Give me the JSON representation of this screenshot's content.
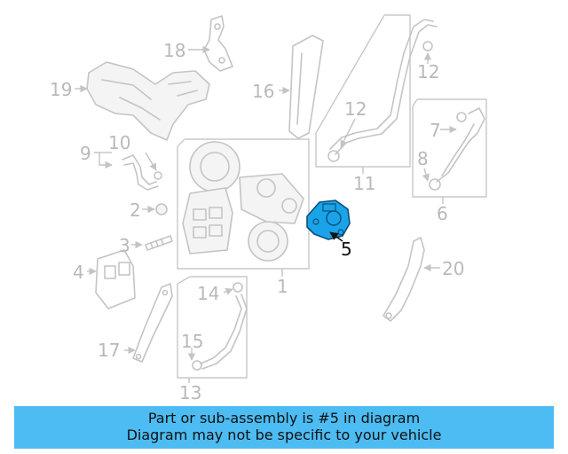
{
  "diagram": {
    "highlighted_part": "5",
    "highlight_color": "#1aa3e8",
    "labels": {
      "l1": "1",
      "l2": "2",
      "l3": "3",
      "l4": "4",
      "l5": "5",
      "l6": "6",
      "l7": "7",
      "l8": "8",
      "l9": "9",
      "l10": "10",
      "l11": "11",
      "l12a": "12",
      "l12b": "12",
      "l13": "13",
      "l14": "14",
      "l15": "15",
      "l16": "16",
      "l17": "17",
      "l18": "18",
      "l19": "19",
      "l20": "20"
    }
  },
  "banner": {
    "line1": "Part or sub-assembly is #5 in diagram",
    "line2": "Diagram may not be specific to your vehicle",
    "background": "#4dbcf3"
  }
}
